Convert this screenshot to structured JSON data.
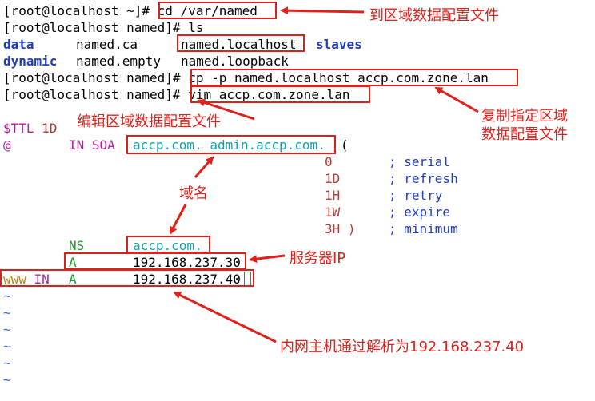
{
  "terminal": {
    "prompt_home": "[root@localhost ~]# ",
    "cmd_cd": "cd /var/named",
    "prompt_named": "[root@localhost named]# ",
    "cmd_ls": "ls",
    "ls_files": [
      "data",
      "named.ca",
      "named.localhost",
      "slaves",
      "dynamic",
      "named.empty",
      "named.loopback"
    ],
    "cmd_cp": "cp -p named.localhost accp.com.zone.lan",
    "cmd_vim": "vim accp.com.zone.lan"
  },
  "zone_file": {
    "ttl_keyword": "$TTL",
    "ttl_value": "1D",
    "at_symbol": "@",
    "soa_class": "IN",
    "soa_type": "SOA",
    "soa_names": "accp.com. admin.accp.com.",
    "paren_open": "(",
    "serial_value": "0",
    "serial_comment": "; serial",
    "refresh_value": "1D",
    "refresh_comment": "; refresh",
    "retry_value": "1H",
    "retry_comment": "; retry",
    "expire_value": "1W",
    "expire_comment": "; expire",
    "minimum_value": "3H )",
    "minimum_comment": "; minimum",
    "ns_type": "NS",
    "ns_value": "accp.com.",
    "a_type": "A",
    "a_value": "192.168.237.30",
    "www_host": "www",
    "www_class": "IN",
    "www_type": "A",
    "www_value": "192.168.237.40",
    "tilde": "~"
  },
  "annotations": {
    "goto_zone_dir": "到区域数据配置文件",
    "edit_zone_file": "编辑区域数据配置文件",
    "copy_zone_file_line1": "复制指定区域",
    "copy_zone_file_line2": "数据配置文件",
    "domain_name": "域名",
    "server_ip": "服务器IP",
    "intranet_host": "内网主机通过解析为192.168.237.40"
  },
  "colors": {
    "annotation_red": "#e0201a",
    "directory_blue": "#1f3cbf",
    "teal": "#0aa3b0",
    "magenta": "#b0209a",
    "green": "#1c9a2e",
    "tilde_blue": "#2f6fe0"
  }
}
